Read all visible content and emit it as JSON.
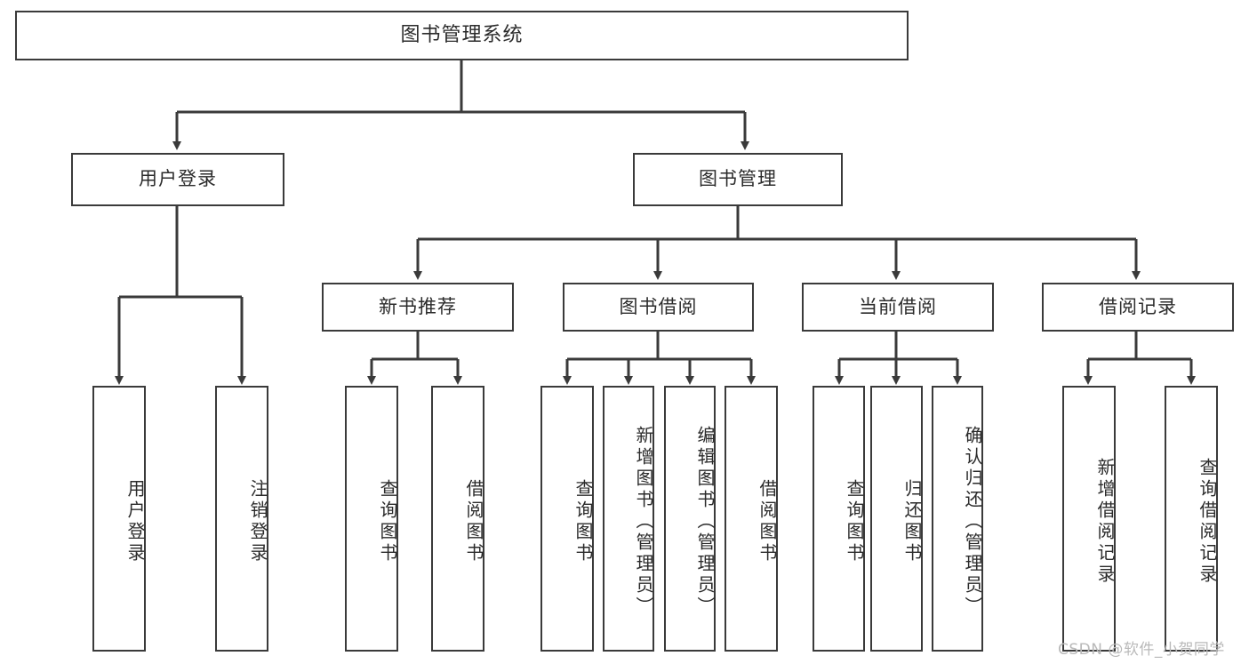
{
  "diagram": {
    "title": "图书管理系统",
    "root": {
      "label": "图书管理系统"
    },
    "level1": [
      {
        "label": "用户登录"
      },
      {
        "label": "图书管理"
      }
    ],
    "level2": [
      {
        "label": "新书推荐"
      },
      {
        "label": "图书借阅"
      },
      {
        "label": "当前借阅"
      },
      {
        "label": "借阅记录"
      }
    ],
    "leaves_user_login": [
      {
        "label": "用户登录"
      },
      {
        "label": "注销登录"
      }
    ],
    "leaves_new_books": [
      {
        "label": "查询图书"
      },
      {
        "label": "借阅图书"
      }
    ],
    "leaves_borrow": [
      {
        "label": "查询图书"
      },
      {
        "label": "新增图书（管理员）"
      },
      {
        "label": "编辑图书（管理员）"
      },
      {
        "label": "借阅图书"
      }
    ],
    "leaves_current": [
      {
        "label": "查询图书"
      },
      {
        "label": "归还图书"
      },
      {
        "label": "确认归还（管理员）"
      }
    ],
    "leaves_records": [
      {
        "label": "新增借阅记录"
      },
      {
        "label": "查询借阅记录"
      }
    ],
    "watermark": "CSDN @软件_小贺同学",
    "colors": {
      "stroke": "#3a3a3a",
      "text": "#2b2b2b",
      "background": "#ffffff",
      "watermark": "#b9b9b9"
    }
  }
}
